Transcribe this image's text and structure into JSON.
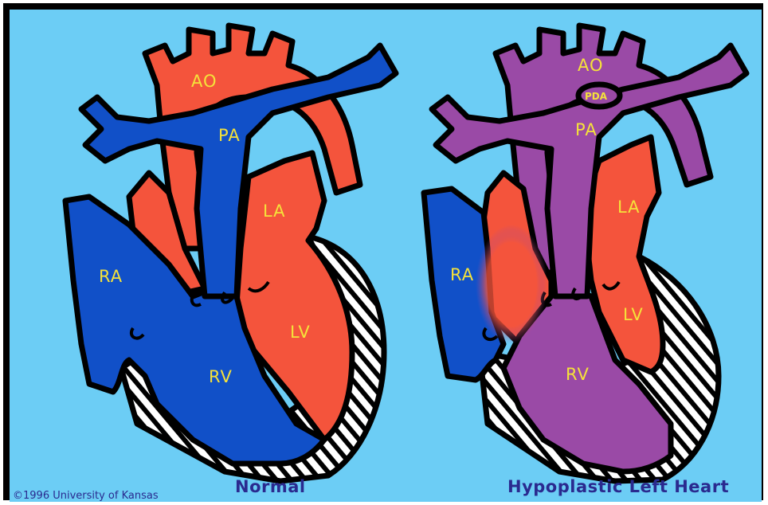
{
  "colors": {
    "background": "#6ccdf5",
    "oxygenated": "#f4543c",
    "deoxygenated": "#1150c8",
    "mixed": "#9a4aa6",
    "label": "#f5e23a",
    "caption": "#2a2a8f"
  },
  "normal_heart": {
    "caption": "Normal",
    "labels": {
      "ao": "AO",
      "pa": "PA",
      "la": "LA",
      "ra": "RA",
      "lv": "LV",
      "rv": "RV"
    }
  },
  "hlh_heart": {
    "caption": "Hypoplastic Left Heart",
    "labels": {
      "ao": "AO",
      "pda": "PDA",
      "pa": "PA",
      "la": "LA",
      "ra": "RA",
      "lv": "LV",
      "rv": "RV"
    }
  },
  "copyright": "©1996 University of Kansas"
}
